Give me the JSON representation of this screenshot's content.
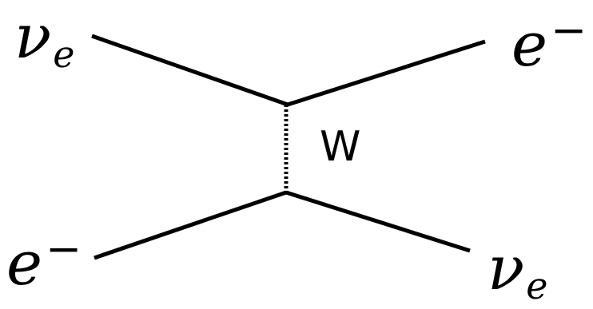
{
  "diagram": {
    "labels": {
      "in_neutrino": {
        "symbol": "ν",
        "subscript": "e"
      },
      "in_electron": {
        "symbol": "e",
        "superscript": "−"
      },
      "out_electron": {
        "symbol": "e",
        "superscript": "−"
      },
      "out_neutrino": {
        "symbol": "ν",
        "subscript": "e"
      },
      "boson": "W"
    },
    "colors": {
      "line": "#000000",
      "background": "#ffffff"
    }
  }
}
